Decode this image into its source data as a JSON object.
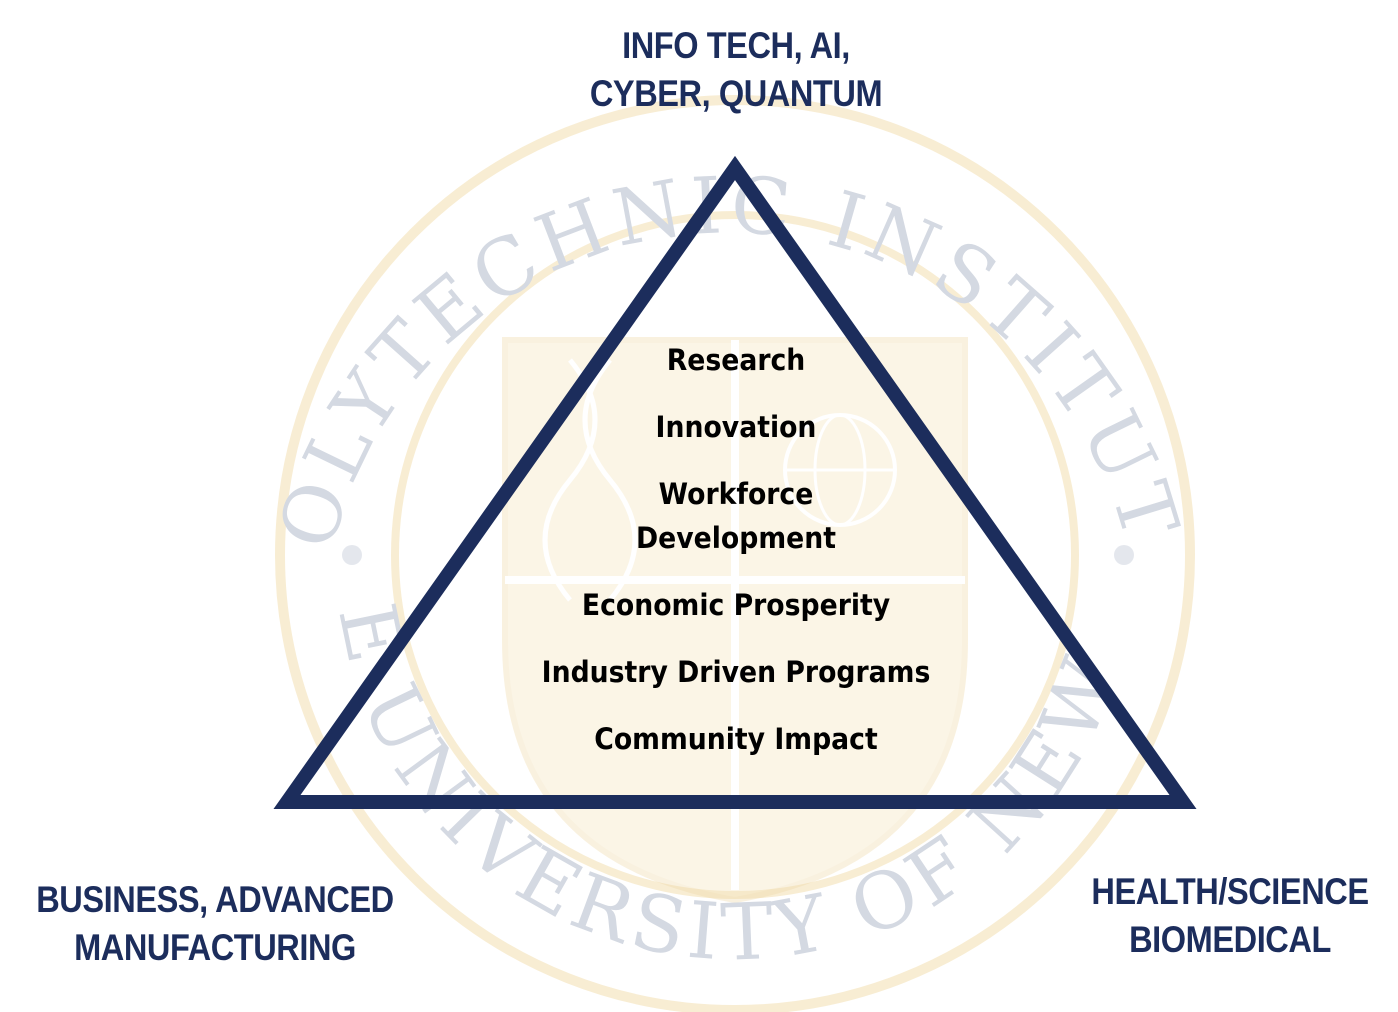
{
  "seal": {
    "outer_text_top": "POLYTECHNIC INSTITUTE",
    "outer_text_bottom": "STATE UNIVERSITY OF NEW YORK"
  },
  "diagram": {
    "corners": {
      "top": [
        "INFO TECH, AI,",
        "CYBER, QUANTUM"
      ],
      "bottom_left": [
        "BUSINESS, ADVANCED",
        "MANUFACTURING"
      ],
      "bottom_right": [
        "HEALTH/SCIENCE",
        "BIOMEDICAL"
      ]
    },
    "pillars": [
      [
        "Research"
      ],
      [
        "Innovation"
      ],
      [
        "Workforce",
        "Development"
      ],
      [
        "Economic Prosperity"
      ],
      [
        "Industry Driven Programs"
      ],
      [
        "Community Impact"
      ]
    ]
  },
  "colors": {
    "triangle_stroke": "#1c2d5c",
    "corner_text": "#1c2d5c",
    "pillar_text": "#000000",
    "watermark": "#f3dfb0"
  }
}
